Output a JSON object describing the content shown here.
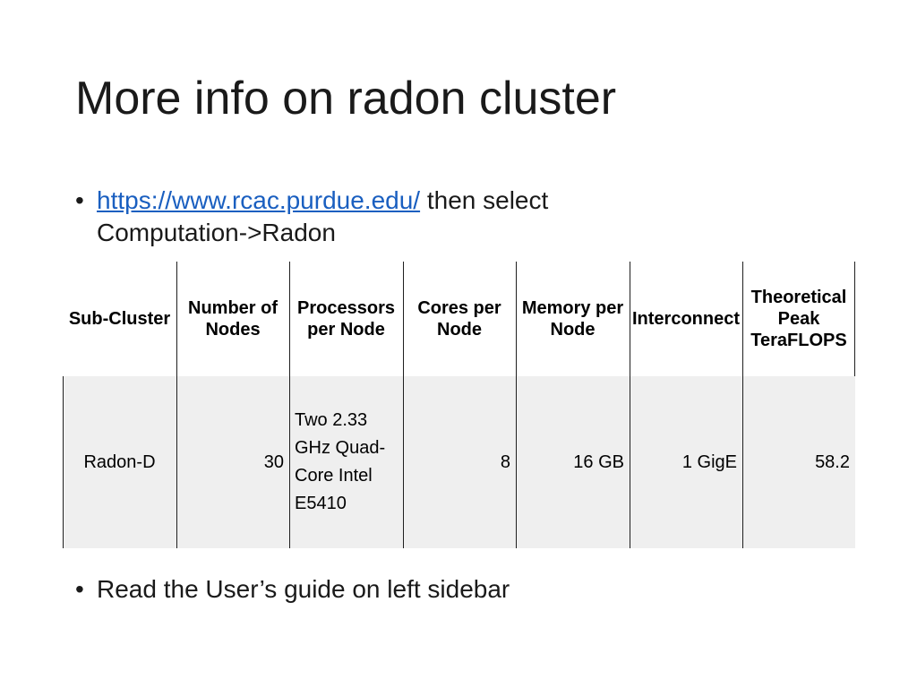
{
  "title": "More info on radon cluster",
  "bullets": [
    {
      "link_text": "https://www.rcac.purdue.edu/",
      "after_link": " then select Computation->Radon"
    },
    {
      "text": "Read the User’s guide on left sidebar"
    }
  ],
  "table": {
    "headers": [
      "Sub-Cluster",
      "Number of Nodes",
      "Processors per Node",
      "Cores per Node",
      "Memory per Node",
      "Interconnect",
      "Theoretical Peak TeraFLOPS"
    ],
    "rows": [
      {
        "sub_cluster": "Radon-D",
        "number_of_nodes": "30",
        "processors_per_node": "Two 2.33 GHz Quad-Core Intel E5410",
        "cores_per_node": "8",
        "memory_per_node": "16 GB",
        "interconnect": "1 GigE",
        "peak_teraflops": "58.2"
      }
    ]
  },
  "colors": {
    "link": "#1a5fc0",
    "row_background": "#efefef",
    "text": "#1a1a1a"
  }
}
